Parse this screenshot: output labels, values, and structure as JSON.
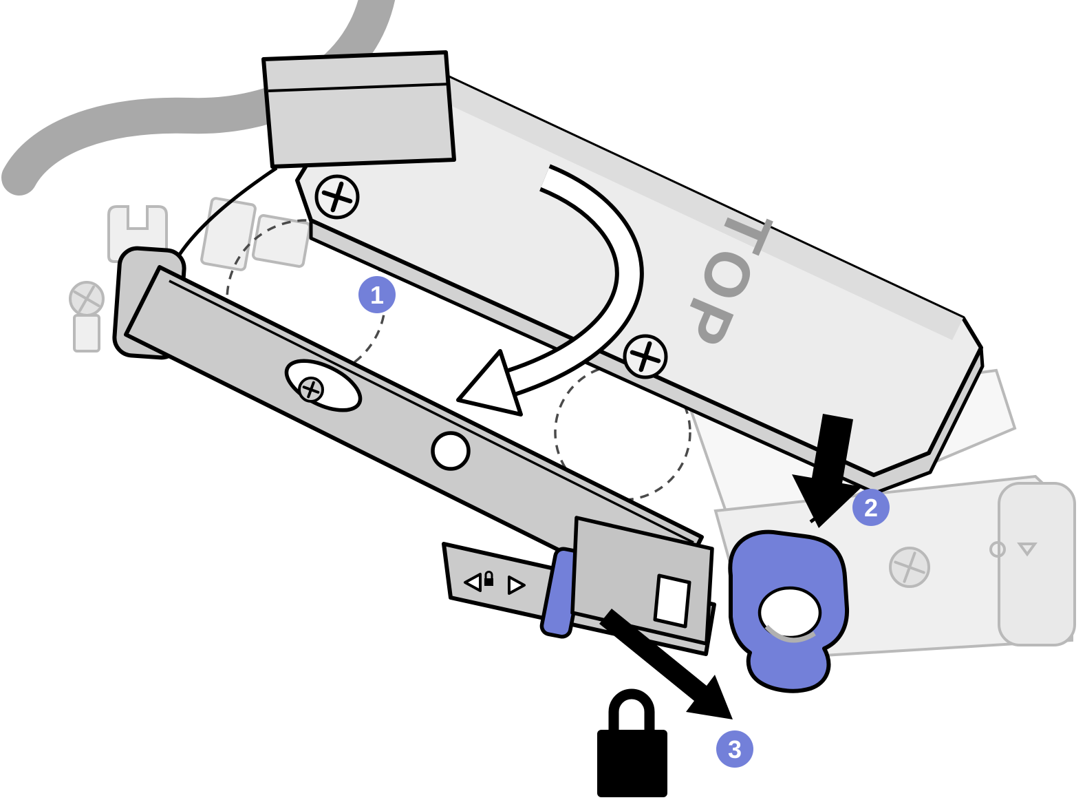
{
  "figure": {
    "drive_label": "TOP",
    "steps": [
      {
        "number": "1",
        "icon": "rotate-down-curved-arrow"
      },
      {
        "number": "2",
        "icon": "press-down-arrow"
      },
      {
        "number": "3",
        "icon": "slide-to-lock-arrow"
      }
    ],
    "lock_icon": "lock-closed-icon",
    "colors": {
      "step_badge_blue": "#7380D9",
      "latch_blue": "#7380D9",
      "cable_gray": "#A9A9A9",
      "part_gray": "#CBCBCB",
      "drive_face_gray": "#ECECEC",
      "background_part_gray": "#B9B9B9",
      "outline_black": "#000000"
    }
  }
}
